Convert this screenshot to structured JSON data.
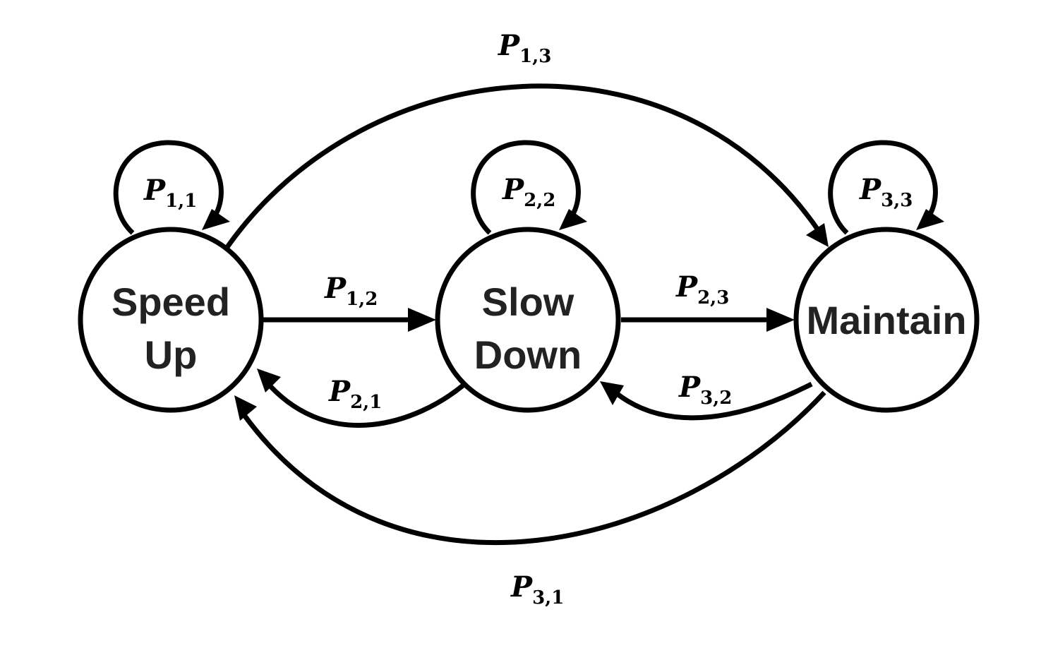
{
  "states": {
    "speed_up": {
      "line1": "Speed",
      "line2": "Up"
    },
    "slow_down": {
      "line1": "Slow",
      "line2": "Down"
    },
    "maintain": {
      "line1": "Maintain"
    }
  },
  "transitions": {
    "p11": {
      "symbol": "P",
      "sub": "1,1"
    },
    "p12": {
      "symbol": "P",
      "sub": "1,2"
    },
    "p13": {
      "symbol": "P",
      "sub": "1,3"
    },
    "p21": {
      "symbol": "P",
      "sub": "2,1"
    },
    "p22": {
      "symbol": "P",
      "sub": "2,2"
    },
    "p23": {
      "symbol": "P",
      "sub": "2,3"
    },
    "p31": {
      "symbol": "P",
      "sub": "3,1"
    },
    "p32": {
      "symbol": "P",
      "sub": "3,2"
    },
    "p33": {
      "symbol": "P",
      "sub": "3,3"
    }
  },
  "colors": {
    "stroke": "#000000",
    "state_text": "#222222",
    "background": "#ffffff"
  }
}
